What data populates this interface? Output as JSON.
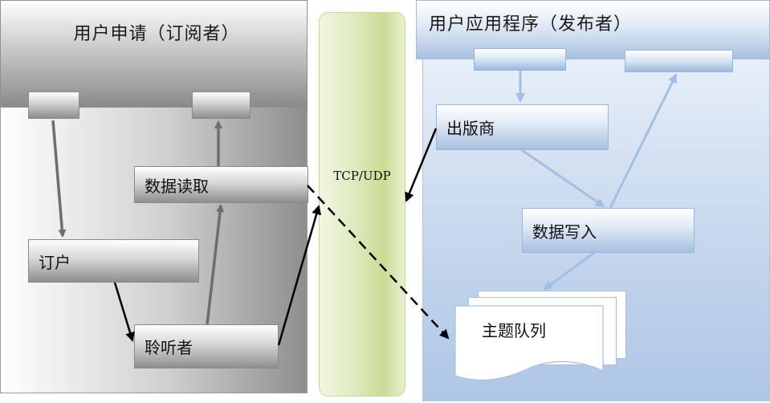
{
  "subscriber": {
    "title": "用户申请（订阅者）",
    "nodes": {
      "data_read": "数据读取",
      "subscriber": "订户",
      "listener": "聆听者"
    }
  },
  "transport": {
    "label": "TCP/UDP"
  },
  "publisher": {
    "title": "用户应用程序（发布者）",
    "nodes": {
      "publisher": "出版商",
      "data_write": "数据写入",
      "topic_queue": "主题队列"
    }
  },
  "colors": {
    "subscriber_panel": "#9a9a9a",
    "transport_band": "#d4e3a8",
    "publisher_panel": "#b8cce8",
    "gray_arrow": "#6e6e6e",
    "blue_arrow": "#a3bfe3",
    "black_arrow": "#000000"
  }
}
